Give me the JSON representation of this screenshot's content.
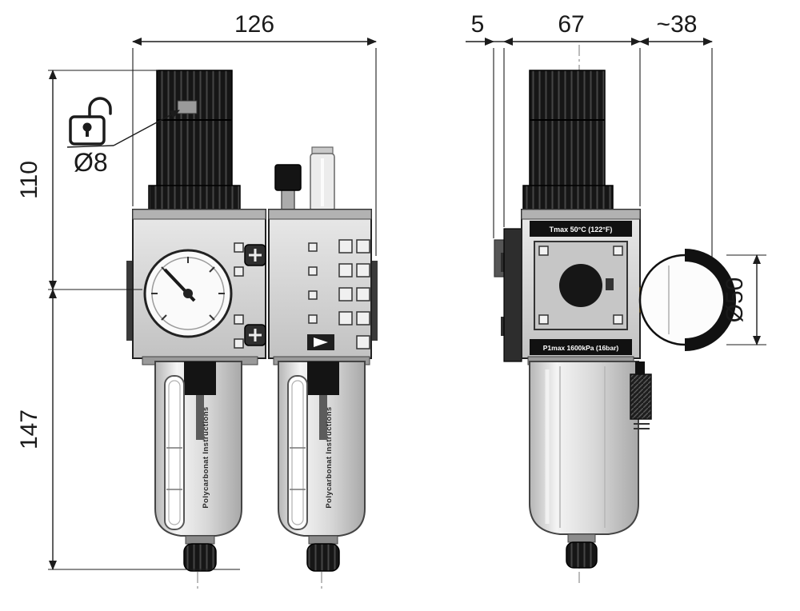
{
  "drawing": {
    "type": "technical-dimension-drawing",
    "subject": "air filter-regulator-lubricator (FRL) unit, front and side views",
    "dims": {
      "d126": "126",
      "d5": "5",
      "d67": "67",
      "d38": "~38",
      "d110": "110",
      "d147": "147",
      "dia8": "Ø8",
      "dia50": "Ø50"
    },
    "labels": {
      "tmax": "Tmax 50°C (122°F)",
      "pmax": "P1max 1600kPa (16bar)",
      "bowl": "Polycarbonat Instructions"
    },
    "icons": {
      "unlock": "open-padlock-icon"
    },
    "colors": {
      "line": "#1c1c1c",
      "body_gray": "#d9d9d9",
      "knob_black": "#161616",
      "brass": "#b08d3e",
      "background": "#ffffff"
    }
  }
}
